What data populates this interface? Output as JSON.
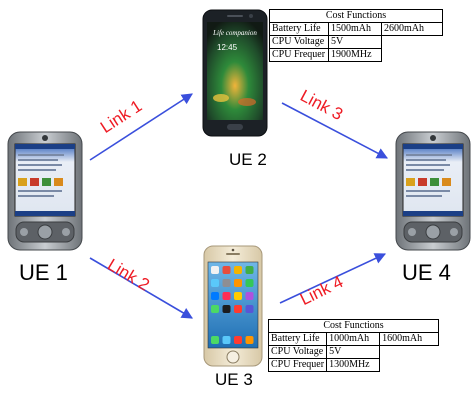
{
  "nodes": {
    "ue1": {
      "label": "UE 1",
      "device": "pda-handheld"
    },
    "ue2": {
      "label": "UE 2",
      "device": "android-smartphone",
      "screen_text": "Life companion",
      "screen_time": "12:45"
    },
    "ue3": {
      "label": "UE 3",
      "device": "iphone"
    },
    "ue4": {
      "label": "UE 4",
      "device": "pda-handheld"
    }
  },
  "links": [
    {
      "label": "Link 1",
      "from": "UE 1",
      "to": "UE 2"
    },
    {
      "label": "Link 2",
      "from": "UE 1",
      "to": "UE 3"
    },
    {
      "label": "Link 3",
      "from": "UE 2",
      "to": "UE 4"
    },
    {
      "label": "Link 4",
      "from": "UE 3",
      "to": "UE 4"
    }
  ],
  "tables": {
    "ue2": {
      "title": "Cost Functions",
      "rows": [
        {
          "name": "Battery Life",
          "values": [
            "1500mAh",
            "2600mAh"
          ]
        },
        {
          "name": "CPU Voltage",
          "values": [
            "5V"
          ]
        },
        {
          "name": "CPU Frequer",
          "values": [
            "1900MHz"
          ]
        }
      ]
    },
    "ue3": {
      "title": "Cost Functions",
      "rows": [
        {
          "name": "Battery Life",
          "values": [
            "1000mAh",
            "1600mAh"
          ]
        },
        {
          "name": "CPU Voltage",
          "values": [
            "5V"
          ]
        },
        {
          "name": "CPU Frequer",
          "values": [
            "1300MHz"
          ]
        }
      ]
    }
  },
  "colors": {
    "arrow": "#3a4fdc",
    "link_text": "#ee1b24",
    "ui_text": "#000000"
  }
}
